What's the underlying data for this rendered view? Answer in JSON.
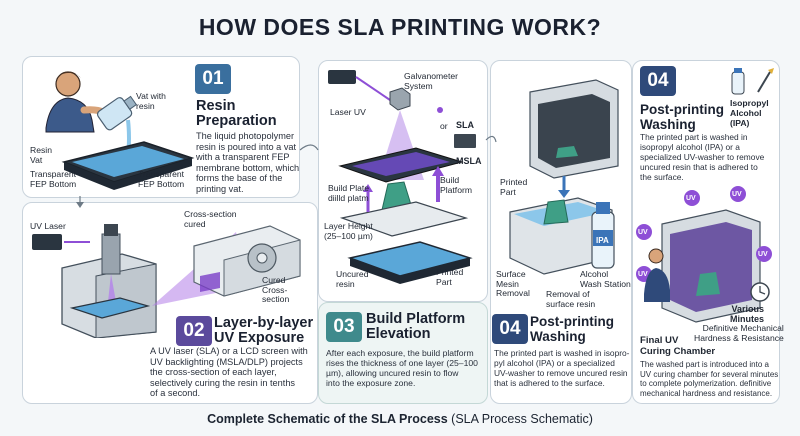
{
  "title": "HOW DOES SLA PRINTING WORK?",
  "steps": [
    {
      "num": "01",
      "title_l1": "Resin",
      "title_l2": "Preparation",
      "body": [
        "The liquid photopolymer",
        "resin is poured into a vat",
        "with a transparent FEP",
        "membrane bottom, which",
        "forms the base of the",
        "printing vat."
      ],
      "labels": {
        "vat_with_resin_1": "Vat with",
        "vat_with_resin_2": "resin",
        "resin_vat_1": "Resin",
        "resin_vat_2": "Vat",
        "fep_left_1": "Transparent",
        "fep_left_2": "FEP Bottom",
        "fep_right_1": "Transparent",
        "fep_right_2": "FEP Bottom"
      }
    },
    {
      "num": "02",
      "title_l1": "Layer-by-layer",
      "title_l2": "UV Exposure",
      "body": [
        "A UV laser (SLA) or a LCD screen with",
        "UV backlighting (MSLA/DLP) projects",
        "the cross-section of each layer,",
        "selectively curing the resin in tenths",
        "of a second."
      ],
      "labels": {
        "uv_laser": "UV Laser",
        "cross_section_1": "Cross-section",
        "cross_section_2": "cured",
        "cured_1": "Cured",
        "cured_2": "Cross-",
        "cured_3": "section"
      }
    },
    {
      "num": "03",
      "title_l1": "Build Platform",
      "title_l2": "Elevation",
      "body": [
        "After each exposure, the build platform",
        "rises the thickness of one layer (25–100",
        "µm), allowing uncured resin to flow",
        "into the exposure zone."
      ],
      "labels": {
        "laser_uv": "Laser UV",
        "galvo_1": "Galvanometer",
        "galvo_2": "System",
        "or": "or",
        "sla": "SLA",
        "msla": "MSLA",
        "build_plate_1": "Build Plate",
        "build_plate_2": "diilld platm",
        "build_platform_1": "Build",
        "build_platform_2": "Platform",
        "layer_height_1": "Layer Height",
        "layer_height_2": "(25–100 µm)",
        "uncured_1": "Uncured",
        "uncured_2": "resin",
        "printed_1": "Printed",
        "printed_2": "Part"
      }
    },
    {
      "num": "04",
      "title_l1": "Post-printing",
      "title_l2": "Washing",
      "body": [
        "The printed part is washed in isopro-",
        "pyl alcohol (IPA) or a specialized",
        "UV-washer to remove uncured resin",
        "that is adhered to the surface."
      ],
      "labels": {
        "printed_1": "Printed",
        "printed_2": "Part",
        "ipa": "IPA",
        "surface_1": "Surface",
        "surface_2": "Mesin",
        "surface_3": "Removal",
        "alcohol_1": "Alcohol",
        "alcohol_2": "Wash Station",
        "removal_1": "Removal of",
        "removal_2": "surface resin"
      }
    },
    {
      "num": "04",
      "title_l1": "Post-printing",
      "title_l2": "Washing",
      "body": [
        "The printed part is washed in",
        "isopropyl alcohol (IPA) or a",
        "specialized UV-washer to remove",
        "uncured resin that is adhered to",
        "the surface."
      ],
      "labels": {
        "ipa_1": "Isopropyl",
        "ipa_2": "Alcohol",
        "ipa_3": "(IPA)",
        "uv": "UV",
        "various_1": "Various",
        "various_2": "Minutes",
        "definitive_1": "Definitive Mechanical",
        "definitive_2": "Hardness & Resistance"
      }
    }
  ],
  "final": {
    "title_l1": "Final UV",
    "title_l2": "Curing Chamber",
    "body": [
      "The washed part is introduced into a",
      "UV curing chamber for several minutes",
      "to complete polymerization. definitive",
      "mechanical hardness and resistance."
    ]
  },
  "caption": {
    "bold": "Complete Schematic of the SLA Process",
    "rest": " (SLA Process Schematic)"
  },
  "colors": {
    "blue_badge": "#3a6f9e",
    "teal_badge": "#3f8a8c",
    "purple_badge": "#5b4a9c",
    "navy_badge": "#2f4a7a",
    "uv_purple": "#8e4fd6",
    "resin_blue": "#5aa7d8"
  }
}
